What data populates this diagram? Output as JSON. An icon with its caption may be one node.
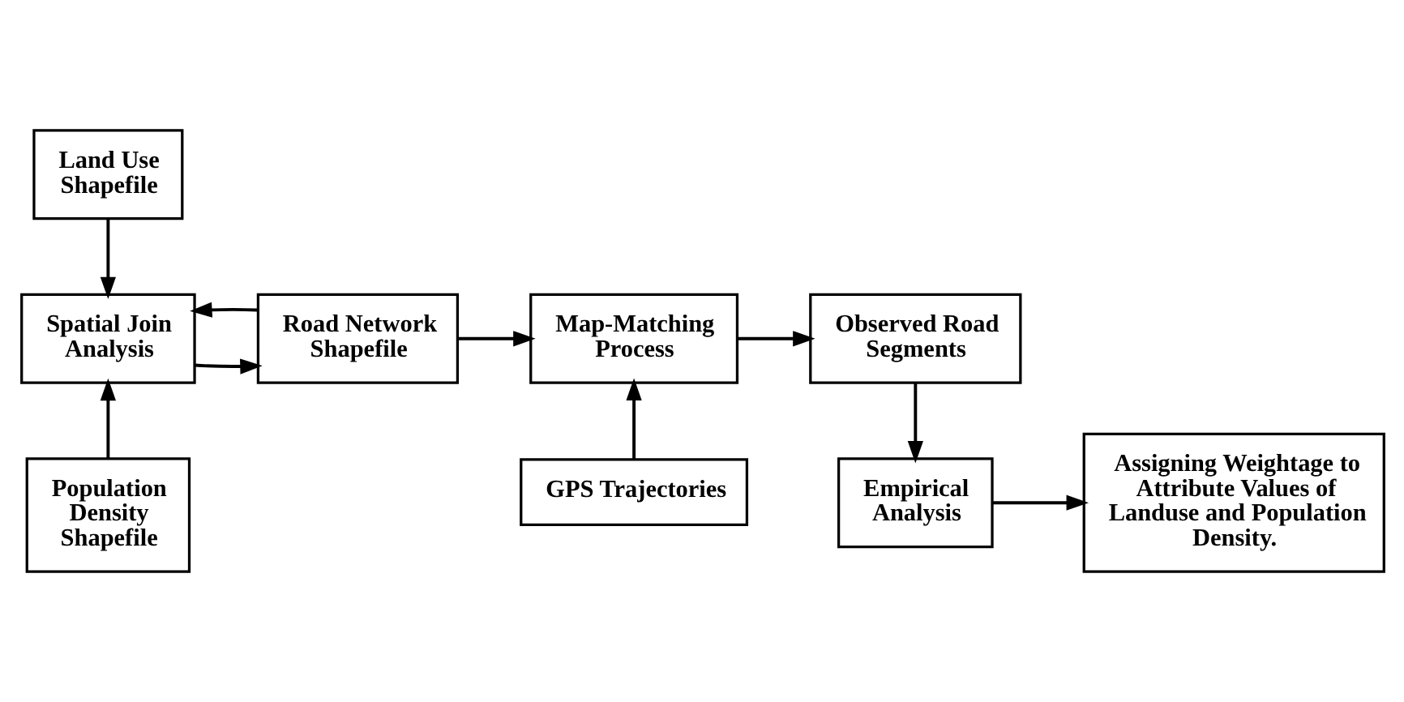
{
  "diagram": {
    "nodes": [
      {
        "text": [
          "Land Use Shapefile"
        ]
      },
      {
        "text": [
          "Spatial Join Analysis"
        ]
      },
      {
        "text": [
          "Population Density Shapefile"
        ]
      },
      {
        "text": [
          "Road Network Shapefile"
        ]
      },
      {
        "text": [
          "GPS Trajectories"
        ]
      },
      {
        "text": [
          "Map-Matching Process"
        ]
      },
      {
        "text": [
          "Observed Road Segments"
        ]
      },
      {
        "text": [
          "Empirical Analysis"
        ]
      },
      {
        "text": [
          "Assigning Weightage to Attribute Values of Landuse and Population Density."
        ]
      }
    ],
    "edges": [
      {
        "from": 0,
        "to": 1,
        "arrow": "to"
      },
      {
        "from": 2,
        "to": 1,
        "arrow": "to"
      },
      {
        "from": 1,
        "to": 3,
        "arrow": "to"
      },
      {
        "from": 3,
        "to": 1,
        "arrow": "to"
      },
      {
        "from": 3,
        "to": 5,
        "arrow": "to"
      },
      {
        "from": 4,
        "to": 5,
        "arrow": "to"
      },
      {
        "from": 5,
        "to": 6,
        "arrow": "to"
      },
      {
        "from": 6,
        "to": 7,
        "arrow": "to"
      },
      {
        "from": 7,
        "to": 8,
        "arrow": "to"
      }
    ]
  }
}
